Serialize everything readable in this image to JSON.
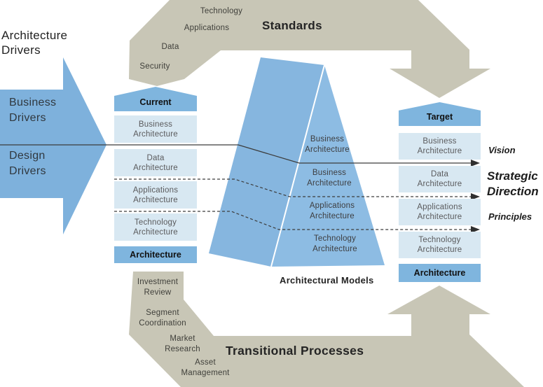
{
  "labels": {
    "architecture_drivers": "Architecture Drivers",
    "business_drivers": "Business Drivers",
    "design_drivers": "Design Drivers",
    "standards": "Standards",
    "transitional_processes": "Transitional Processes",
    "architectural_models": "Architectural Models",
    "vision": "Vision",
    "strategic_direction": "Strategic Direction",
    "principles": "Principles"
  },
  "standards_items": [
    "Technology",
    "Applications",
    "Data",
    "Security"
  ],
  "transitional_items": [
    "Investment Review",
    "Segment Coordination",
    "Market Research",
    "Asset Management"
  ],
  "current_column": {
    "header": "Current",
    "rows": [
      "Business Architecture",
      "Data Architecture",
      "Applications Architecture",
      "Technology Architecture"
    ],
    "footer": "Architecture"
  },
  "target_column": {
    "header": "Target",
    "rows": [
      "Business Architecture",
      "Data Architecture",
      "Applications Architecture",
      "Technology Architecture"
    ],
    "footer": "Architecture"
  },
  "model_rows": [
    "Business Architecture",
    "Business Architecture",
    "Applications Architecture",
    "Technology Architecture"
  ],
  "colors": {
    "tan_arrow": "#c8c6b6",
    "blue_shape": "#7eb1dc",
    "prism_left": "#86b6df",
    "prism_right": "#8dbce3",
    "header_blue": "#7fb5de",
    "row_light_blue": "#d8e8f2",
    "line": "#3c3c3c"
  }
}
